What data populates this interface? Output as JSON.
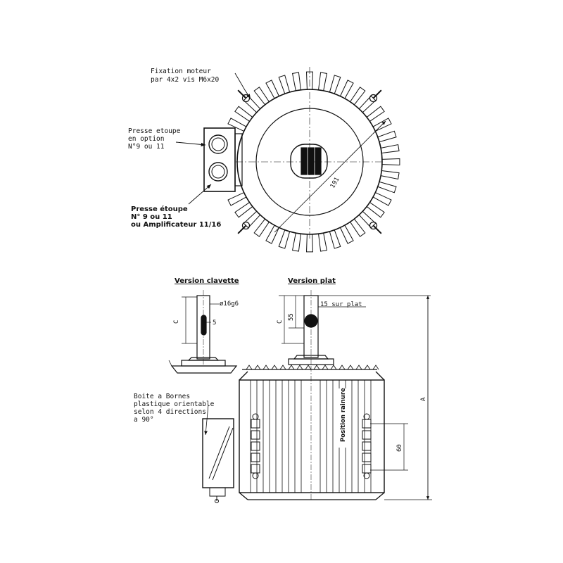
{
  "top_view": {
    "fixation_label": [
      "Fixation moteur",
      "par 4x2 vis M6x20"
    ],
    "presse_option_label": [
      "Presse etoupe",
      "en option",
      "N°9 ou 11"
    ],
    "presse_label": [
      "Presse étoupe",
      "N° 9 ou 11",
      "ou Amplificateur 11/16"
    ],
    "diameter_dim": "191"
  },
  "side_view": {
    "version_clavette_title": "Version clavette",
    "version_plat_title": "Version plat",
    "shaft_diameter": "ø16g6",
    "key_width": "5",
    "dim_c": "C",
    "dim_c2": "C",
    "dim_55": "55",
    "flat_label": "15 sur plat",
    "dim_a": "A",
    "dim_60": "60",
    "position_rainure": "Position rainure",
    "boite_label": [
      "Boite a Bornes",
      "plastique orientable",
      "selon  4 directions",
      "a 90°"
    ]
  }
}
